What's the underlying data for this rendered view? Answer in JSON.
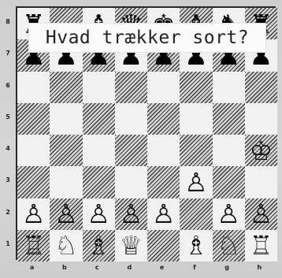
{
  "question": "Hvad trækker sort?",
  "files": [
    "a",
    "b",
    "c",
    "d",
    "e",
    "f",
    "g",
    "h"
  ],
  "ranks": [
    "8",
    "7",
    "6",
    "5",
    "4",
    "3",
    "2",
    "1"
  ],
  "colors": {
    "dark_square": "#3c3c3c",
    "light_square": "#f1f1f1"
  },
  "pieces": [
    {
      "square": "a8",
      "color": "black",
      "type": "rook",
      "glyph": "♜"
    },
    {
      "square": "c8",
      "color": "black",
      "type": "bishop",
      "glyph": "♝"
    },
    {
      "square": "d8",
      "color": "black",
      "type": "queen",
      "glyph": "♛"
    },
    {
      "square": "e8",
      "color": "black",
      "type": "king",
      "glyph": "♚"
    },
    {
      "square": "f8",
      "color": "black",
      "type": "bishop",
      "glyph": "♝"
    },
    {
      "square": "g8",
      "color": "black",
      "type": "knight",
      "glyph": "♞"
    },
    {
      "square": "h8",
      "color": "black",
      "type": "rook",
      "glyph": "♜"
    },
    {
      "square": "a7",
      "color": "black",
      "type": "pawn",
      "glyph": "♟"
    },
    {
      "square": "b7",
      "color": "black",
      "type": "pawn",
      "glyph": "♟"
    },
    {
      "square": "c7",
      "color": "black",
      "type": "pawn",
      "glyph": "♟"
    },
    {
      "square": "d7",
      "color": "black",
      "type": "pawn",
      "glyph": "♟"
    },
    {
      "square": "e7",
      "color": "black",
      "type": "pawn",
      "glyph": "♟"
    },
    {
      "square": "f7",
      "color": "black",
      "type": "pawn",
      "glyph": "♟"
    },
    {
      "square": "g7",
      "color": "black",
      "type": "pawn",
      "glyph": "♟"
    },
    {
      "square": "h7",
      "color": "black",
      "type": "pawn",
      "glyph": "♟"
    },
    {
      "square": "h4",
      "color": "white",
      "type": "king",
      "glyph": "♔"
    },
    {
      "square": "f3",
      "color": "white",
      "type": "pawn",
      "glyph": "♙"
    },
    {
      "square": "a2",
      "color": "white",
      "type": "pawn",
      "glyph": "♙"
    },
    {
      "square": "b2",
      "color": "white",
      "type": "pawn",
      "glyph": "♙"
    },
    {
      "square": "c2",
      "color": "white",
      "type": "pawn",
      "glyph": "♙"
    },
    {
      "square": "d2",
      "color": "white",
      "type": "pawn",
      "glyph": "♙"
    },
    {
      "square": "e2",
      "color": "white",
      "type": "pawn",
      "glyph": "♙"
    },
    {
      "square": "g2",
      "color": "white",
      "type": "pawn",
      "glyph": "♙"
    },
    {
      "square": "h2",
      "color": "white",
      "type": "pawn",
      "glyph": "♙"
    },
    {
      "square": "a1",
      "color": "white",
      "type": "rook",
      "glyph": "♖"
    },
    {
      "square": "b1",
      "color": "white",
      "type": "knight",
      "glyph": "♘"
    },
    {
      "square": "c1",
      "color": "white",
      "type": "bishop",
      "glyph": "♗"
    },
    {
      "square": "d1",
      "color": "white",
      "type": "queen",
      "glyph": "♕"
    },
    {
      "square": "f1",
      "color": "white",
      "type": "bishop",
      "glyph": "♗"
    },
    {
      "square": "g1",
      "color": "white",
      "type": "knight",
      "glyph": "♘"
    },
    {
      "square": "h1",
      "color": "white",
      "type": "rook",
      "glyph": "♖"
    }
  ]
}
